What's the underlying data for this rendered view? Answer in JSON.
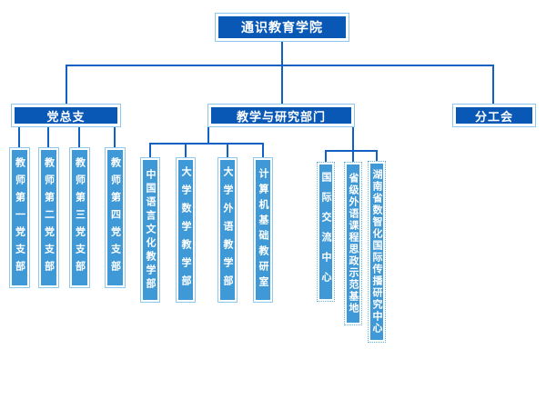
{
  "org": {
    "root": "通识教育学院",
    "party": {
      "label": "党总支",
      "children": [
        "教师第一党支部",
        "教师第二党支部",
        "教师第三党支部",
        "教师第四党支部"
      ]
    },
    "teaching": {
      "label": "教学与研究部门",
      "departments": [
        "中国语言文化教学部",
        "大学数学教学部",
        "大学外语教学部",
        "计算机基础教研室"
      ],
      "centers": [
        "国际交流中心",
        "省级外语课程思政示范基地",
        "湖南省数智化国际传播研究中心"
      ]
    },
    "union": {
      "label": "分工会"
    }
  },
  "colors": {
    "node_fill_dark": "#0a58b6",
    "node_fill_medium": "#3e99d6",
    "node_border_pale": "#8fc8ee",
    "dotted_border": "#5fb0e0",
    "connector": "#1161c4",
    "text": "#ffffff",
    "background": "#ffffff"
  }
}
